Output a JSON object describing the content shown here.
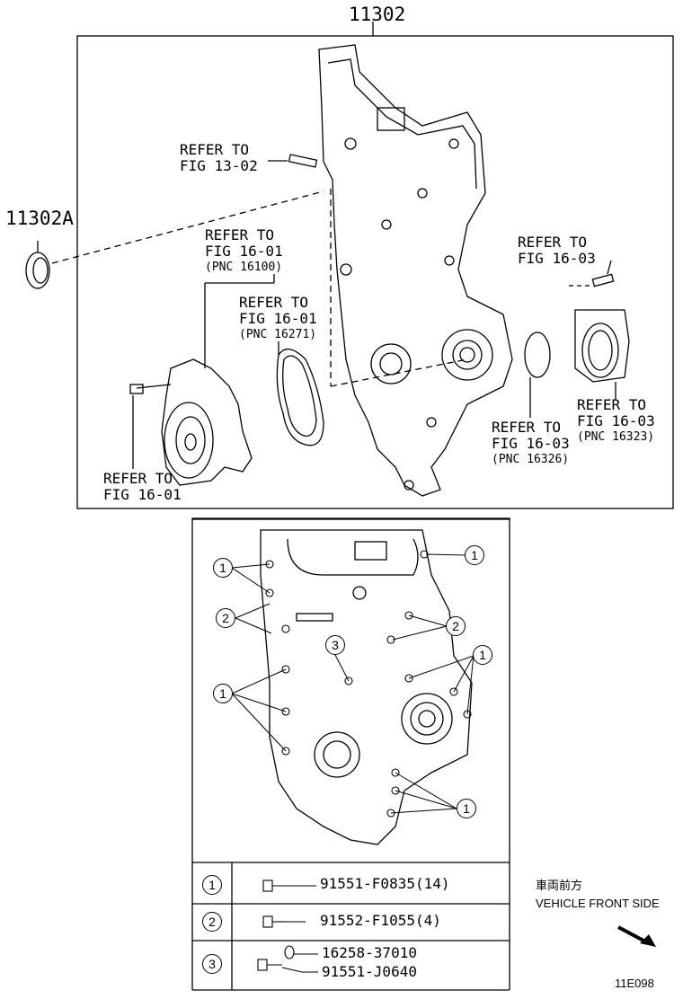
{
  "top": {
    "main_part": "11302",
    "side_part": "11302A",
    "callouts": {
      "fig1302": {
        "l1": "REFER TO",
        "l2": "FIG 13-02"
      },
      "fig1601a": {
        "l1": "REFER TO",
        "l2": "FIG 16-01",
        "pnc": "(PNC 16100)"
      },
      "fig1601b": {
        "l1": "REFER TO",
        "l2": "FIG 16-01",
        "pnc": "(PNC 16271)"
      },
      "fig1601c": {
        "l1": "REFER TO",
        "l2": "FIG 16-01"
      },
      "fig1603a": {
        "l1": "REFER TO",
        "l2": "FIG 16-03"
      },
      "fig1603b": {
        "l1": "REFER TO",
        "l2": "FIG 16-03",
        "pnc": "(PNC 16323)"
      },
      "fig1603c": {
        "l1": "REFER TO",
        "l2": "FIG 16-03",
        "pnc": "(PNC 16326)"
      }
    }
  },
  "bolt_diagram": {
    "markers": [
      "1",
      "1",
      "2",
      "2",
      "3",
      "1",
      "1",
      "1"
    ]
  },
  "legend": [
    {
      "num": "1",
      "parts": [
        "91551-F0835(14)"
      ]
    },
    {
      "num": "2",
      "parts": [
        "91552-F1055(4)"
      ]
    },
    {
      "num": "3",
      "parts": [
        "16258-37010",
        "91551-J0640"
      ]
    }
  ],
  "direction": {
    "jp": "車両前方",
    "en": "VEHICLE FRONT SIDE"
  },
  "figure_id": "11E098"
}
